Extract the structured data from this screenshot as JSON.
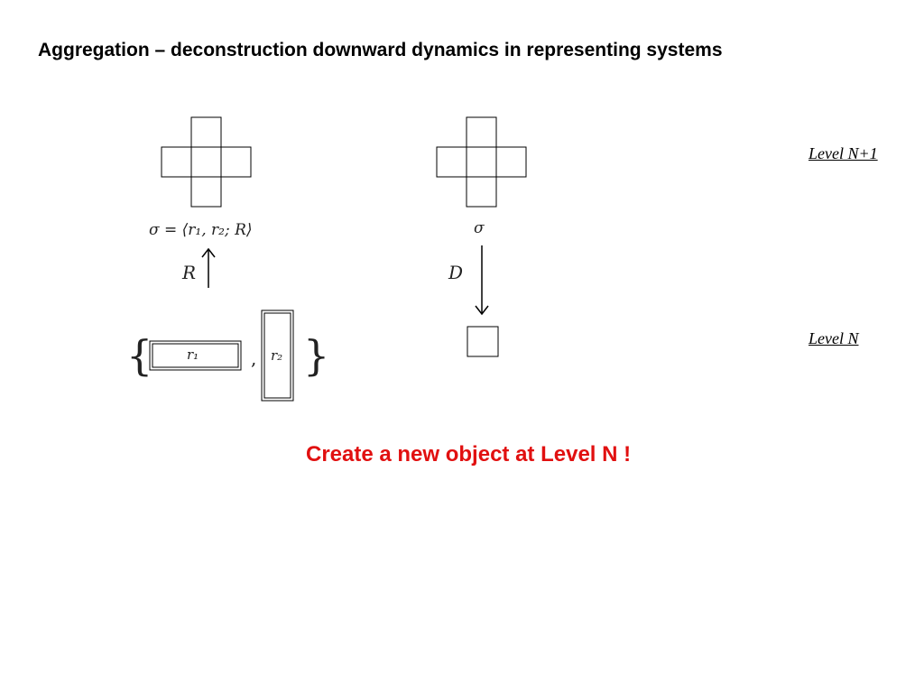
{
  "title": "Aggregation – deconstruction downward dynamics in representing systems",
  "levels": {
    "upper": "Level N+1",
    "lower": "Level N"
  },
  "left_panel": {
    "formula": "σ = ⟨r₁, r₂; R⟩",
    "arrow_label": "R",
    "set_open": "{",
    "set_close": "}",
    "separator": ",",
    "element_r1": "r₁",
    "element_r2": "r₂"
  },
  "right_panel": {
    "object_label": "σ",
    "arrow_label": "D"
  },
  "callout": {
    "text": "Create a new object at Level N !",
    "color": "#e11010"
  }
}
